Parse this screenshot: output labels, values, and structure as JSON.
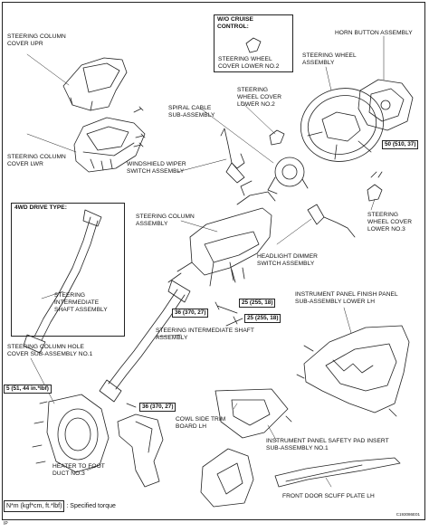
{
  "labels": {
    "col_cover_upr": "STEERING COLUMN\nCOVER UPR",
    "col_cover_lwr": "STEERING COLUMN\nCOVER LWR",
    "horn_button": "HORN BUTTON ASSEMBLY",
    "steering_wheel": "STEERING WHEEL\nASSEMBLY",
    "wheel_cover_no2_inset": "STEERING WHEEL\nCOVER LOWER NO.2",
    "wheel_cover_no2": "STEERING\nWHEEL COVER\nLOWER NO.2",
    "spiral_cable": "SPIRAL CABLE\nSUB-ASSEMBLY",
    "wiper_switch": "WINDSHIELD WIPER\nSWITCH ASSEMBLY",
    "wheel_cover_no3": "STEERING\nWHEEL COVER\nLOWER NO.3",
    "column_assy": "STEERING COLUMN\nASSEMBLY",
    "headlight_switch": "HEADLIGHT DIMMER\nSWITCH ASSEMBLY",
    "intermediate_shaft_4wd": "STEERING\nINTERMEDIATE\nSHAFT ASSEMBLY",
    "intermediate_shaft": "STEERING INTERMEDIATE SHAFT\nASSEMBLY",
    "finish_panel": "INSTRUMENT PANEL FINISH PANEL\nSUB-ASSEMBLY LOWER LH",
    "hole_cover": "STEERING COLUMN HOLE\nCOVER SUB-ASSEMBLY NO.1",
    "cowl_trim": "COWL SIDE TRIM\nBOARD LH",
    "safety_pad": "INSTRUMENT PANEL SAFETY PAD INSERT\nSUB-ASSEMBLY NO.1",
    "heater_duct": "HEATER TO FOOT\nDUCT NO.3",
    "scuff_plate": "FRONT DOOR SCUFF PLATE LH"
  },
  "insets": {
    "cruise_title": "W/O CRUISE\nCONTROL:",
    "drive_title": "4WD DRIVE TYPE:"
  },
  "torques": {
    "t1": "50 (510, 37)",
    "t2": "25 (255, 18)",
    "t3": "36 (370, 27)",
    "t4": "25 (255, 18)",
    "t5": "5 (51, 44 in.*lbf)",
    "t6": "36 (370, 27)"
  },
  "legend": {
    "box": "N*m (kgf*cm, ft.*lbf)",
    "text": ": Specified torque"
  },
  "footer": {
    "code": "C193086E01",
    "page": "IP"
  }
}
